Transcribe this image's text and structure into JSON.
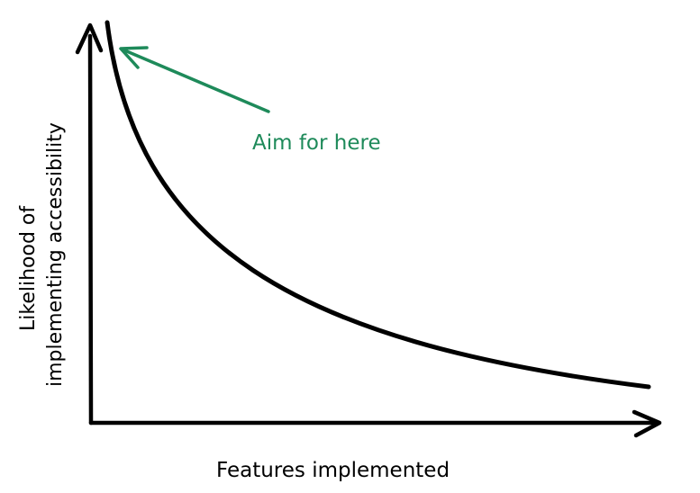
{
  "diagram": {
    "x_axis_label": "Features implemented",
    "y_axis_label_line1": "Likelihood of",
    "y_axis_label_line2": "implementing accessibility",
    "annotation": "Aim for here"
  },
  "colors": {
    "stroke": "#000000",
    "annotation": "#1e8a5a",
    "background": "#ffffff"
  },
  "icons": {
    "x_axis_arrow": "arrow-right-icon",
    "y_axis_arrow": "arrow-up-icon",
    "annotation_arrow": "arrow-up-left-icon"
  }
}
